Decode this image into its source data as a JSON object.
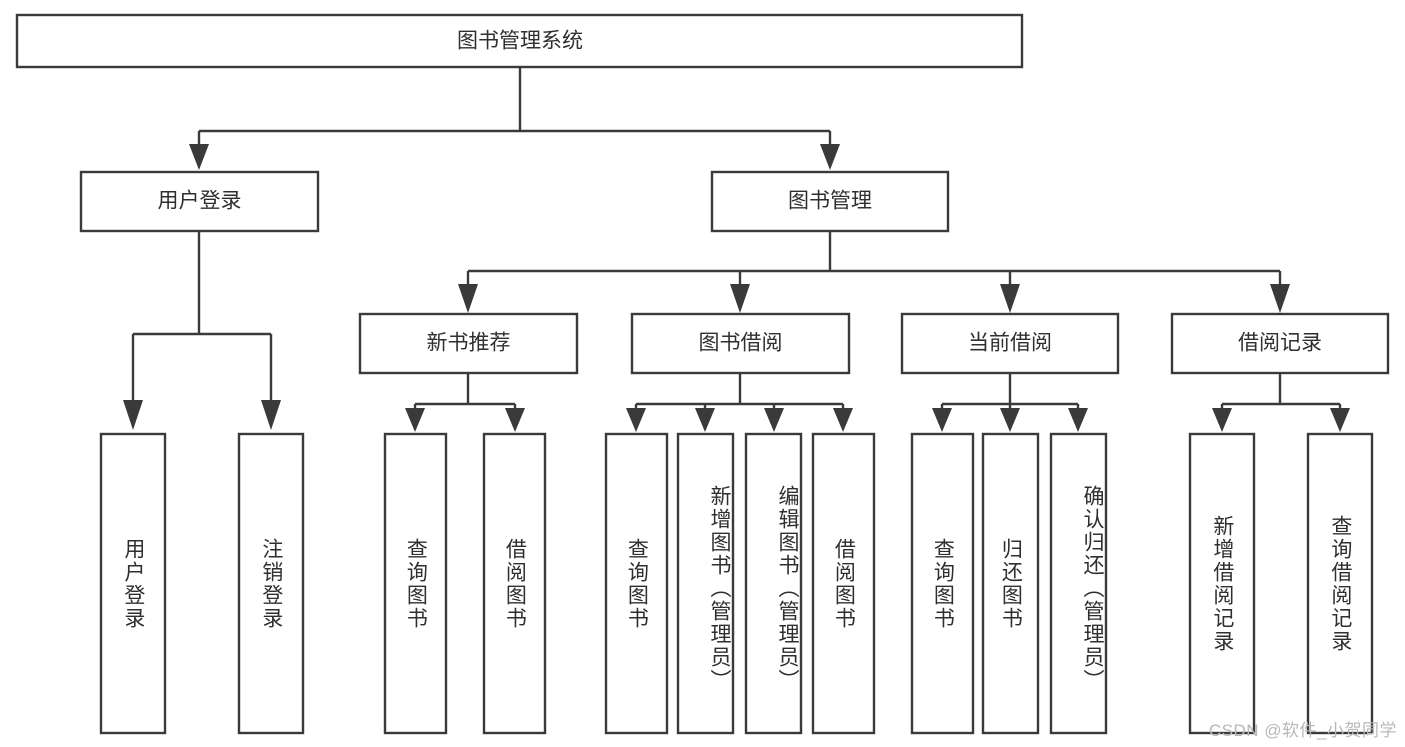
{
  "diagram": {
    "type": "tree-hierarchy",
    "title": "图书管理系统",
    "orientation": "top-down",
    "colors": {
      "box_stroke": "#3a3a3a",
      "box_fill": "#ffffff",
      "text": "#2f2f2f",
      "connector": "#3a3a3a",
      "background": "#ffffff",
      "watermark": "#b8b8b8"
    },
    "root": {
      "label": "图书管理系统"
    },
    "level2": [
      {
        "label": "用户登录"
      },
      {
        "label": "图书管理"
      }
    ],
    "level3": [
      {
        "label": "新书推荐"
      },
      {
        "label": "图书借阅"
      },
      {
        "label": "当前借阅"
      },
      {
        "label": "借阅记录"
      }
    ],
    "leaves": {
      "user_login": [
        {
          "label": "用户登录"
        },
        {
          "label": "注销登录"
        }
      ],
      "new_book_recommend": [
        {
          "label": "查询图书"
        },
        {
          "label": "借阅图书"
        }
      ],
      "book_borrow": [
        {
          "label": "查询图书"
        },
        {
          "label": "新增图书（管理员）"
        },
        {
          "label": "编辑图书（管理员）"
        },
        {
          "label": "借阅图书"
        }
      ],
      "current_borrow": [
        {
          "label": "查询图书"
        },
        {
          "label": "归还图书"
        },
        {
          "label": "确认归还（管理员）"
        }
      ],
      "borrow_record": [
        {
          "label": "新增借阅记录"
        },
        {
          "label": "查询借阅记录"
        }
      ]
    }
  },
  "watermark": {
    "text": "CSDN @软件_小贺同学"
  }
}
